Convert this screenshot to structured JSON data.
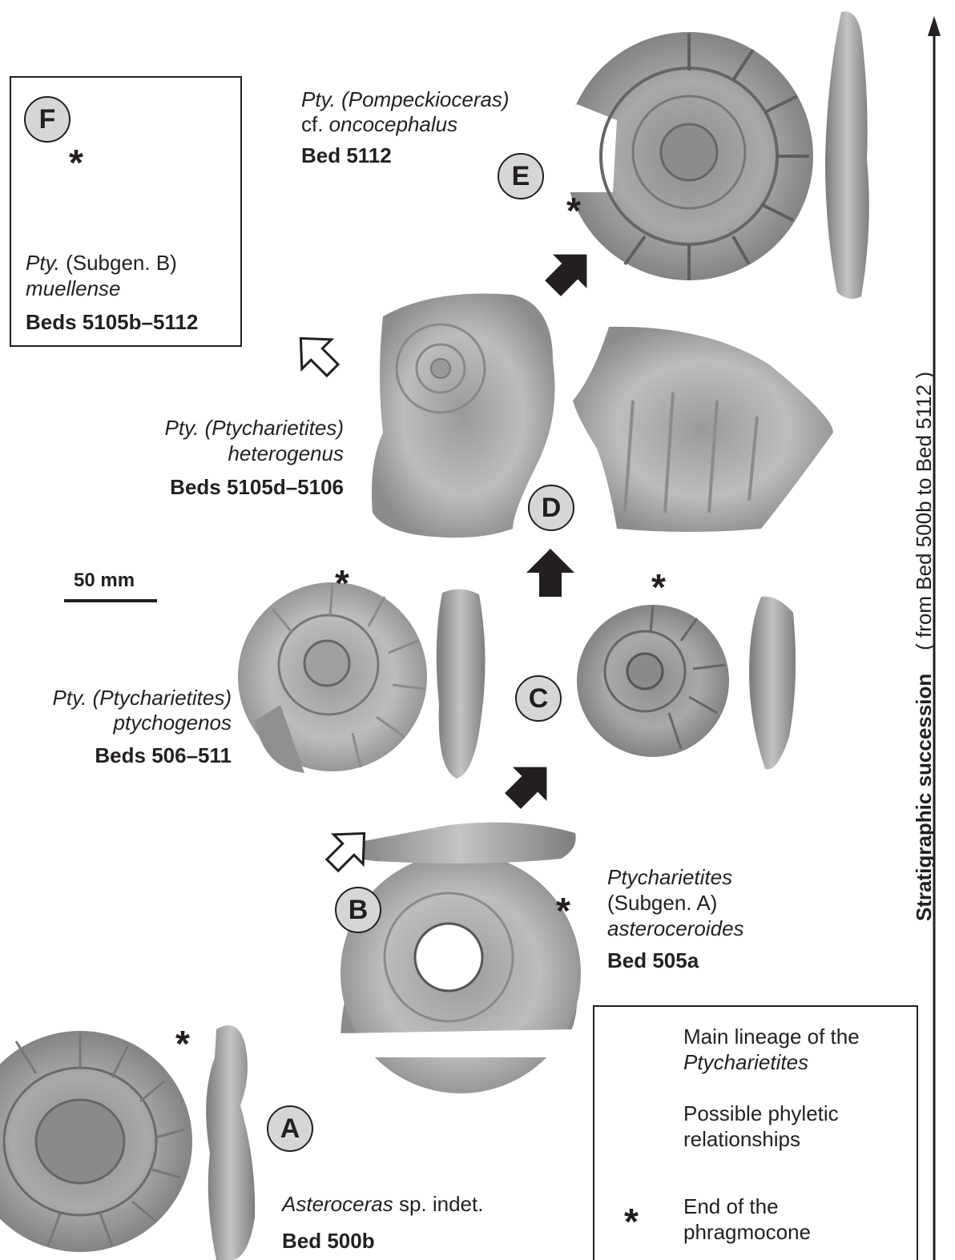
{
  "specimens": {
    "A": {
      "letter": "A",
      "name_it": "Asteroceras",
      "name_rest": " sp. indet.",
      "bed": "Bed 500b"
    },
    "B": {
      "letter": "B",
      "line1": "Ptycharietites",
      "line2": "(Subgen. A)",
      "line3": "asteroceroides",
      "bed": "Bed 505a"
    },
    "C": {
      "letter": "C",
      "line1": "Pty. (Ptycharietites)",
      "line2": "ptychogenos",
      "bed": "Beds 506–511"
    },
    "D": {
      "letter": "D",
      "line1": "Pty. (Ptycharietites)",
      "line2": "heterogenus",
      "bed": "Beds 5105d–5106"
    },
    "E": {
      "letter": "E",
      "line1_it": "Pty. (Pompeckioceras)",
      "line2_pre": "cf. ",
      "line2_it": "oncocephalus",
      "bed": "Bed 5112"
    },
    "F": {
      "letter": "F",
      "line1_it": "Pty.",
      "line1_rest": " (Subgen. B)",
      "line2": "muellense",
      "bed": "Beds 5105b–5112"
    }
  },
  "scale_bar": {
    "label": "50 mm"
  },
  "marker": {
    "asterisk": "*"
  },
  "axis": {
    "bold": "Stratigraphic succession",
    "normal": "( from Bed 500b to Bed 5112 )"
  },
  "legend": {
    "main_l1": "Main lineage of the",
    "main_l2": "Ptycharietites",
    "possible_l1": "Possible phyletic",
    "possible_l2": "relationships",
    "end_l1": "End of the",
    "end_l2": "phragmocone",
    "asterisk": "*"
  },
  "colors": {
    "ink": "#231f20",
    "circle_fill": "#d6d6d6",
    "fossil_light": "#bcbcbc",
    "fossil_dark": "#6f6f6f"
  }
}
